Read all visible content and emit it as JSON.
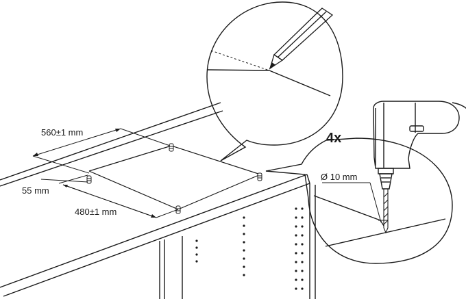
{
  "labels": {
    "width_dimension": "560±1 mm",
    "offset_dimension": "55 mm",
    "depth_dimension": "480±1 mm",
    "hole_count": "4x",
    "drill_diameter": "Ø 10 mm"
  },
  "colors": {
    "line": "#1a1a1a",
    "background": "#ffffff"
  },
  "icons": [
    "pencil-icon",
    "drill-icon",
    "drill-bit-icon"
  ]
}
